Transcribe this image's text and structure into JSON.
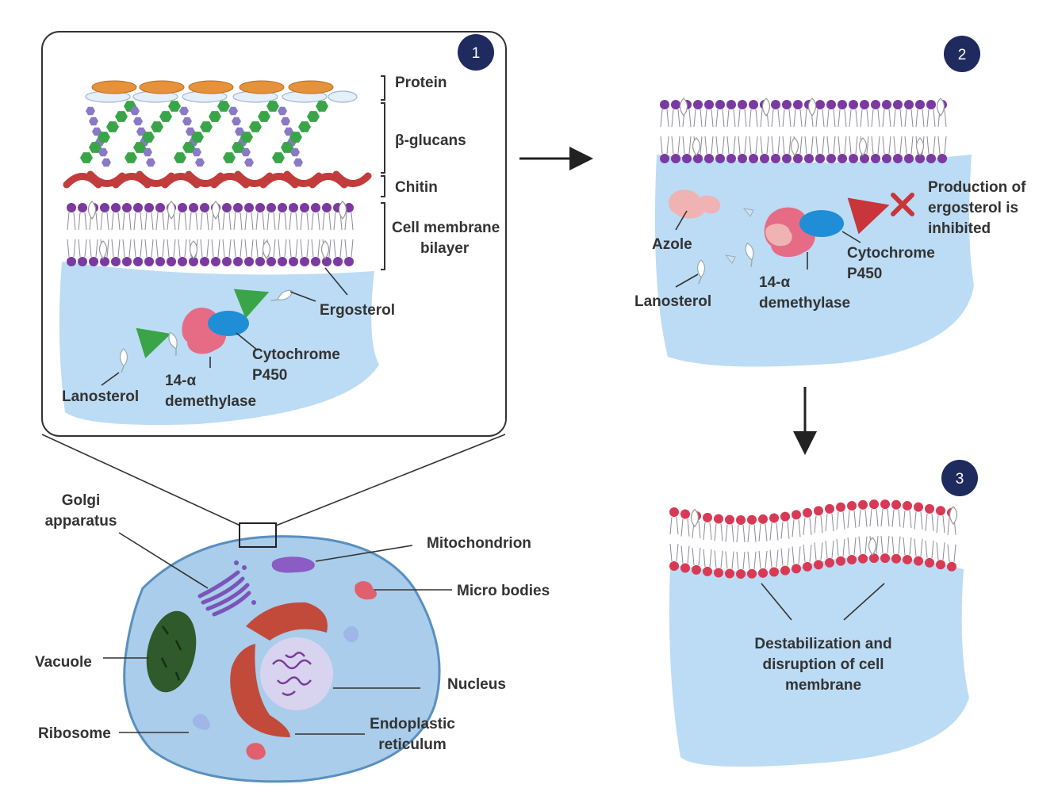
{
  "badges": {
    "step1": "1",
    "step2": "2",
    "step3": "3"
  },
  "panel1": {
    "protein": "Protein",
    "beta_glucans": "β-glucans",
    "chitin": "Chitin",
    "membrane_line1": "Cell membrane",
    "membrane_line2": "bilayer",
    "ergosterol": "Ergosterol",
    "cyp_line1": "Cytochrome",
    "cyp_line2": "P450",
    "demethylase_line1": "14-α",
    "demethylase_line2": "demethylase",
    "lanosterol": "Lanosterol"
  },
  "panel2": {
    "azole": "Azole",
    "lanosterol": "Lanosterol",
    "demethylase_line1": "14-α",
    "demethylase_line2": "demethylase",
    "cyp_line1": "Cytochrome",
    "cyp_line2": "P450",
    "result_line1": "Production of",
    "result_line2": "ergosterol is",
    "result_line3": "inhibited"
  },
  "panel3": {
    "line1": "Destabilization and",
    "line2": "disruption of cell",
    "line3": "membrane"
  },
  "cell": {
    "golgi_line1": "Golgi",
    "golgi_line2": "apparatus",
    "mitochondrion": "Mitochondrion",
    "micro_bodies": "Micro bodies",
    "vacuole": "Vacuole",
    "nucleus": "Nucleus",
    "ribosome": "Ribosome",
    "er_line1": "Endoplastic",
    "er_line2": "reticulum"
  },
  "colors": {
    "badge": "#1f2a5e",
    "cytoplasm": "#bcdcf5",
    "head_purple": "#7a3aa0",
    "head_red": "#d83a55",
    "protein": "#e6923a",
    "glucan_green": "#3aa548",
    "glucan_purple": "#8a79c4",
    "chitin": "#c23c3c",
    "enzyme_pink": "#e66c86",
    "cyp_blue": "#1f8ed6",
    "arrow_green": "#3aa548",
    "arrow_red": "#c8353a",
    "vacuole": "#2e5a2c",
    "er": "#c24a3a",
    "nucleus": "#d8d4ef"
  }
}
